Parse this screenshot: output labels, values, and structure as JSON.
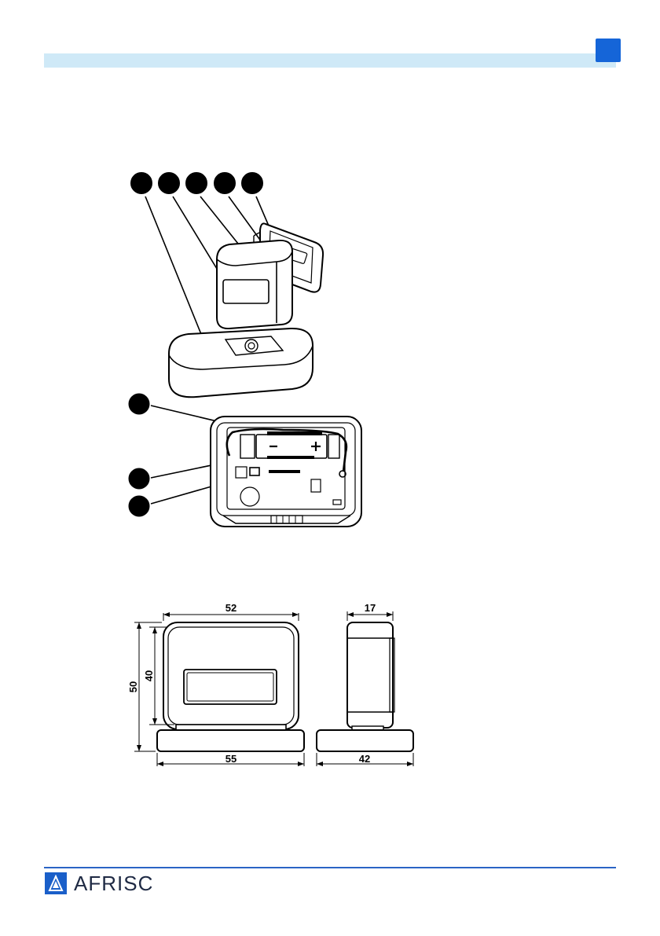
{
  "header": {
    "accent_color": "#cfe9f7",
    "corner_color": "#1565d8"
  },
  "dimensions": {
    "front_width_top": "52",
    "front_height_outer": "50",
    "front_height_inner": "40",
    "front_width_base": "55",
    "side_depth_top": "17",
    "side_depth_base": "42"
  },
  "footer": {
    "brand": "AFRISC",
    "rule_color": "#2a64c5",
    "logo_color": "#1a5fc9"
  }
}
